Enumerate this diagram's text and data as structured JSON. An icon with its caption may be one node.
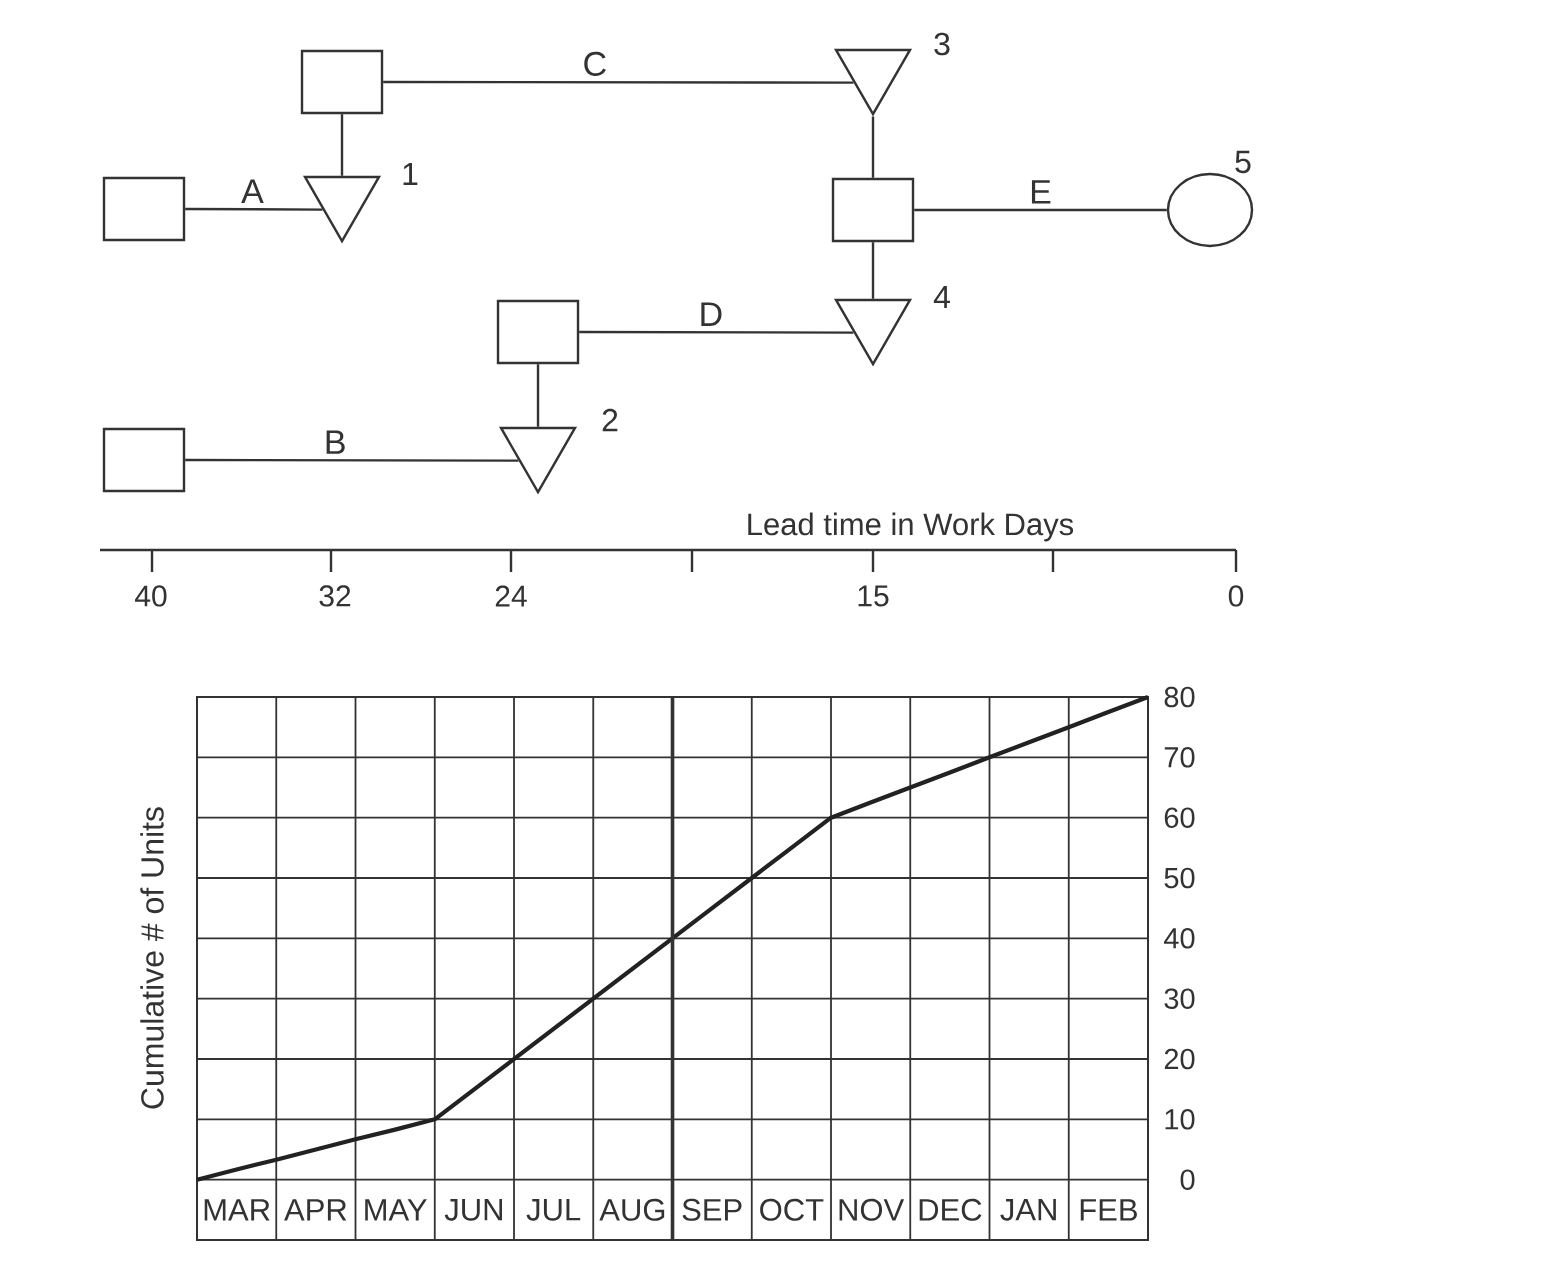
{
  "diagram": {
    "nodes": [
      {
        "text": [],
        "shape": "box"
      },
      {
        "text": [],
        "shape": "triangle",
        "beside": [
          "3"
        ]
      },
      {
        "text": [],
        "shape": "box"
      },
      {
        "text": [],
        "shape": "triangle",
        "beside": [
          "1"
        ]
      },
      {
        "text": [],
        "shape": "box"
      },
      {
        "text": [],
        "shape": "ellipse",
        "beside": [
          "5"
        ]
      },
      {
        "text": [],
        "shape": "box"
      },
      {
        "text": [],
        "shape": "triangle",
        "beside": [
          "4"
        ]
      },
      {
        "text": [],
        "shape": "box"
      },
      {
        "text": [],
        "shape": "triangle",
        "beside": [
          "2"
        ]
      }
    ],
    "edges": [
      {
        "from": 0,
        "to": 1,
        "arrow": "none",
        "label": "C"
      },
      {
        "from": 3,
        "to": 0,
        "arrow": "none"
      },
      {
        "from": 2,
        "to": 3,
        "arrow": "none",
        "label": "A"
      },
      {
        "from": 1,
        "to": 4,
        "arrow": "none"
      },
      {
        "from": 4,
        "to": 5,
        "arrow": "none",
        "label": "E"
      },
      {
        "from": 7,
        "to": 4,
        "arrow": "none"
      },
      {
        "from": 6,
        "to": 7,
        "arrow": "none",
        "label": "D"
      },
      {
        "from": 9,
        "to": 6,
        "arrow": "none"
      },
      {
        "from": 8,
        "to": 9,
        "arrow": "none",
        "label": "B"
      }
    ],
    "labels": [
      "Lead time in Work Days",
      "40",
      "32",
      "24",
      "15",
      "0"
    ],
    "chart_data": {
      "type": "line",
      "ylabel": "Cumulative # of Units",
      "grid": true,
      "categories": [
        null,
        "MAR",
        null,
        "APR",
        null,
        "MAY",
        null,
        "JUN",
        null,
        "JUL",
        null,
        "AUG",
        null,
        "SEP",
        null,
        "OCT",
        null,
        "NOV",
        null,
        "DEC",
        null,
        "JAN",
        null,
        "FEB",
        null
      ],
      "series": [
        {
          "color": "#222222",
          "values": [
            0,
            1.7,
            3.3,
            5,
            6.7,
            8.3,
            10,
            15,
            20,
            25,
            30,
            35,
            40,
            45,
            50,
            55,
            60,
            62.5,
            65,
            67.5,
            70,
            72.5,
            75,
            77.5,
            80
          ]
        }
      ],
      "ylim": [
        0,
        80
      ],
      "yticks": [
        0,
        10,
        20,
        30,
        40,
        50,
        60,
        70,
        80
      ]
    }
  }
}
